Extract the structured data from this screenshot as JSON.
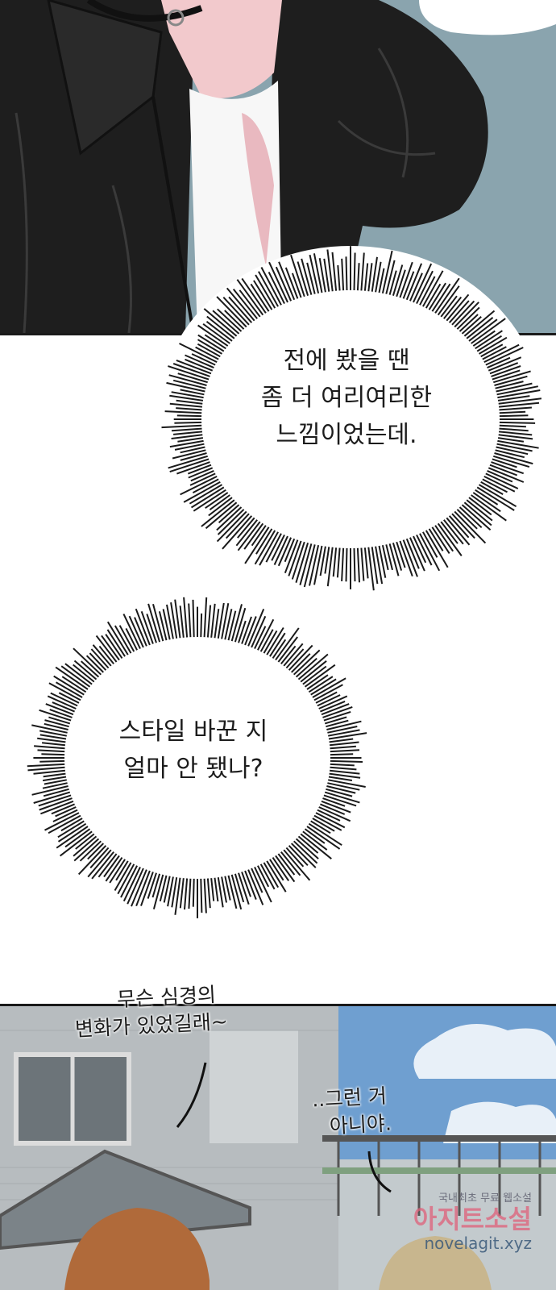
{
  "bubble1": {
    "lines": [
      "전에 봤을 땐",
      "좀 더 여리여리한",
      "느낌이었는데."
    ]
  },
  "bubble2": {
    "lines": [
      "스타일 바꾼 지",
      "얼마 안 됐나?"
    ]
  },
  "hand1": {
    "lines": [
      "무슨 심경의",
      "변화가 있었길래~"
    ]
  },
  "hand2": {
    "lines": [
      "..그런 거",
      "아니야."
    ]
  },
  "watermark": {
    "tagline": "국내최초 무료 웹소설",
    "brand": "아지트소설",
    "url": "novelagit.xyz"
  },
  "colors": {
    "sky": "#8aa4ae",
    "jacket": "#1e1e1e",
    "bubble_stroke": "#1a1a1a",
    "watermark_pink": "#e0607a",
    "watermark_blue": "#3a5a7a"
  }
}
